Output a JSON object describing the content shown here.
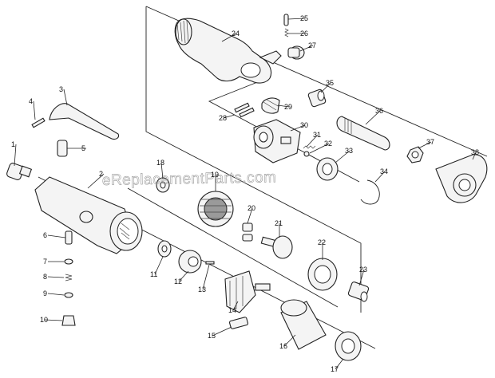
{
  "watermark": "eReplacementParts.com",
  "part_numbers": [
    "1",
    "2",
    "3",
    "4",
    "5",
    "6",
    "7",
    "8",
    "9",
    "10",
    "11",
    "12",
    "13",
    "14",
    "15",
    "16",
    "17",
    "18",
    "19",
    "20",
    "21",
    "22",
    "23",
    "24",
    "25",
    "26",
    "27",
    "28",
    "29",
    "30",
    "31",
    "32",
    "33",
    "34",
    "35",
    "36",
    "37",
    "38"
  ]
}
